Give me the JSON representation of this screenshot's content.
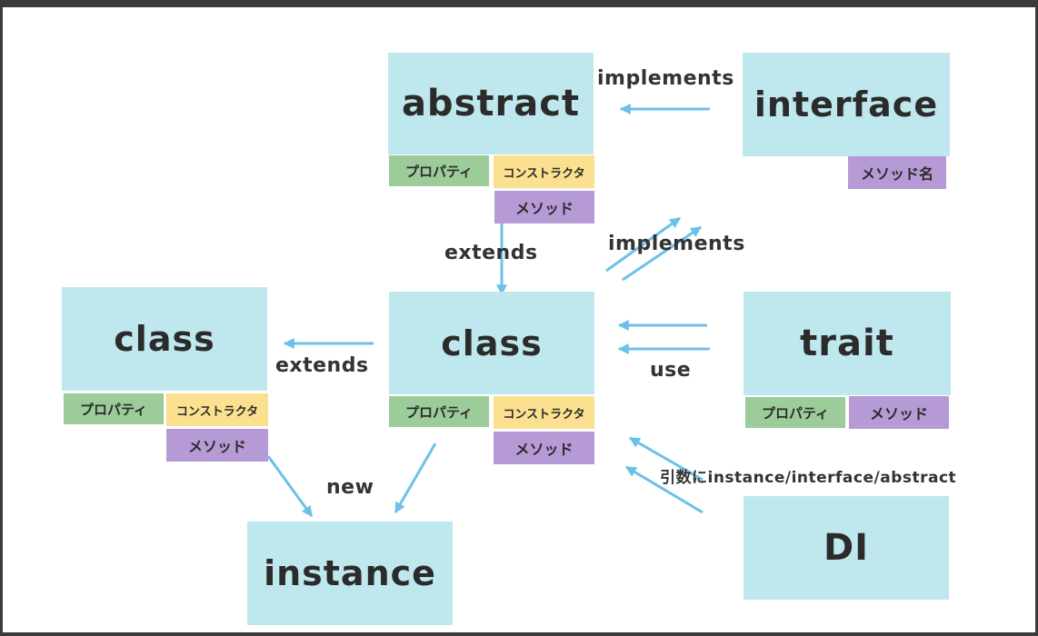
{
  "boxes": {
    "abstract": "abstract",
    "interface": "interface",
    "class_left": "class",
    "class_center": "class",
    "trait": "trait",
    "instance": "instance",
    "di": "DI"
  },
  "tags": {
    "property": "プロパティ",
    "constructor": "コンストラクタ",
    "method": "メソッド",
    "method_name": "メソッド名"
  },
  "labels": {
    "implements_top": "implements",
    "implements_mid": "implements",
    "extends_vertical": "extends",
    "extends_horizontal": "extends",
    "use": "use",
    "new": "new",
    "di_note": "引数にinstance/interface/abstract"
  },
  "colors": {
    "box": "#bfe8ee",
    "property_tag": "#9ccc9a",
    "constructor_tag": "#fbe08f",
    "method_tag": "#b69ad6",
    "arrow": "#6cc1e8"
  }
}
